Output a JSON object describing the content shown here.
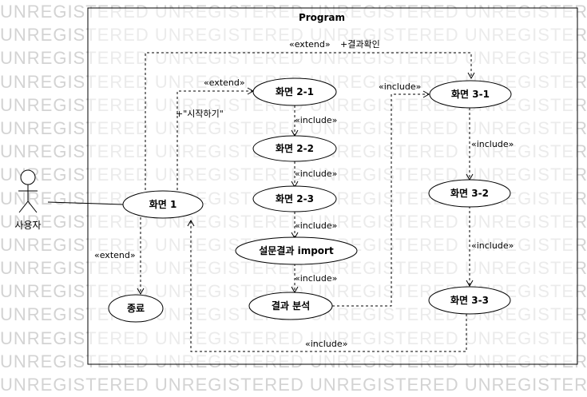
{
  "watermark": {
    "text": "UNREGISTERED UNREGISTERED UNREGISTERED UNREGISTERED"
  },
  "system": {
    "title": "Program"
  },
  "actor": {
    "label": "사용자"
  },
  "usecases": {
    "home": "화면 1",
    "end": "종료",
    "s21": "화면 2-1",
    "s22": "화면 2-2",
    "s23": "화면 2-3",
    "import": "설문결과 import",
    "analysis": "결과 분석",
    "s31": "화면 3-1",
    "s32": "화면 3-2",
    "s33": "화면 3-3"
  },
  "relations": {
    "extend_top": "«extend»",
    "check_result": "+결과확인",
    "extend_s21": "«extend»",
    "start": "+\"시작하기\"",
    "extend_end": "«extend»",
    "inc_21_22": "«include»",
    "inc_22_23": "«include»",
    "inc_23_import": "«include»",
    "inc_import_analysis": "«include»",
    "inc_analysis_31": "«include»",
    "inc_31_32": "«include»",
    "inc_32_33": "«include»",
    "inc_33_home": "«include»"
  }
}
